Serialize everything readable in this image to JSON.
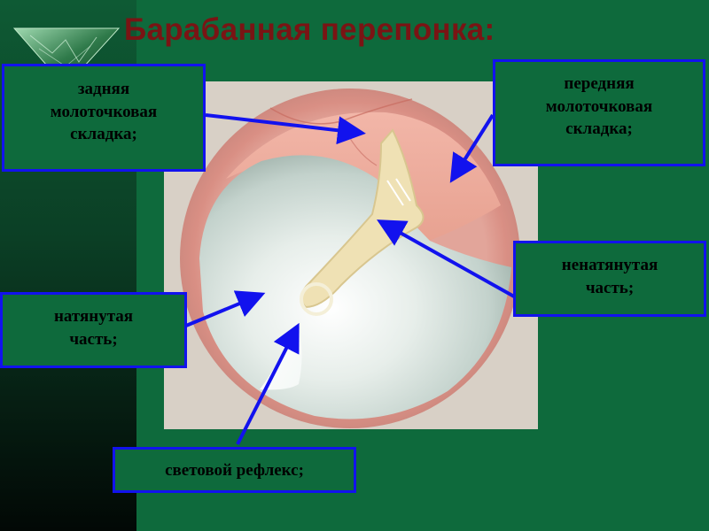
{
  "slide": {
    "title": "Барабанная перепонка:",
    "colors": {
      "background": "#0e6a3c",
      "title": "#7a1414",
      "border": "#1212ee",
      "arrow": "#1212ee"
    }
  },
  "labels": {
    "posterior_fold": {
      "line1": "задняя",
      "line2": "молоточковая",
      "line3": "складка;"
    },
    "anterior_fold": {
      "line1": "передняя",
      "line2": "молоточковая",
      "line3": "складка;"
    },
    "flaccid_part": {
      "line1": "ненатянутая",
      "line2": "часть;"
    },
    "tense_part": {
      "line1": "натянутая",
      "line2": "часть;"
    },
    "light_reflex": {
      "line1": "световой рефлекс;"
    }
  },
  "logo": {
    "icon": "green-triangle-logo-icon"
  }
}
